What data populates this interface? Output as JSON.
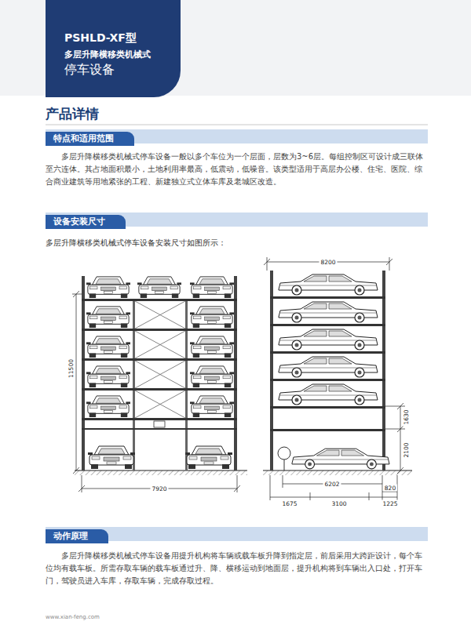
{
  "diagram": {
    "title": "产品详情",
    "nodes": [
      {
        "text": [
          "PSHLD-XF型",
          "多层升降横移类机械式",
          "停车设备"
        ]
      },
      {
        "text": [
          "特点和适用范围"
        ]
      },
      {
        "text": [
          "设备安装尺寸"
        ]
      },
      {
        "text": [
          "动作原理"
        ]
      }
    ],
    "labels": [
      "多层升降横移类机械式停车设备一般以多个车位为一个层面，层数为3~6层。每组控制区可设计成三联体至六连体。其占地面积最小，土地利用率最高，低震动，低噪音。该类型适用于高层办公楼、住宅、医院、综合商业建筑等用地紧张的工程、新建独立式立体车库及老城区改造。",
      "多层升降横移类机械式停车设备安装尺寸如图所示：",
      "8200",
      "11500",
      "1630",
      "2100",
      "7920",
      "6202",
      "820",
      "1675",
      "3100",
      "1225",
      "多层升降横移类机械式停车设备用提升机构将车辆或载车板升降到指定层，前后采用大跨距设计，每个车位均有载车板。所需存取车辆的载车板通过升、降、横移运动到地面层，提升机构将到车辆出入口处，打开车门，驾驶员进入车库，存取车辆，完成存取过程。",
      "www.xian-feng.com"
    ]
  }
}
